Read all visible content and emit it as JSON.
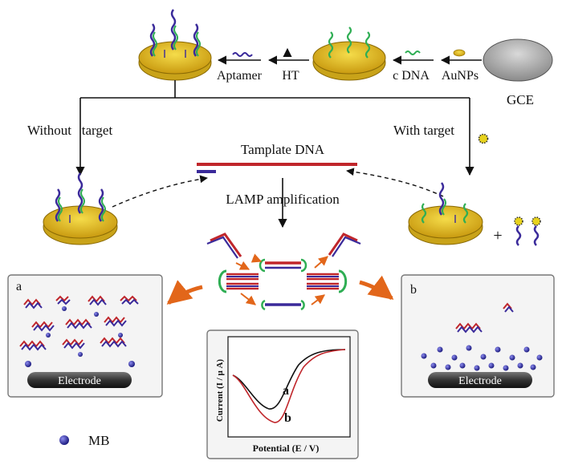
{
  "labels": {
    "gce": "GCE",
    "aunps": "AuNPs",
    "cdna": "c DNA",
    "ht": "HT",
    "aptamer": "Aptamer",
    "without_target": "Without   target",
    "with_target": "With target",
    "template_dna": "Tamplate DNA",
    "lamp": "LAMP amplification",
    "panel_a": "a",
    "panel_b": "b",
    "electrode": "Electrode",
    "curve_a": "a",
    "curve_b": "b",
    "y_axis": "Current (I / μ A)",
    "x_axis": "Potential (E / V)",
    "plus": "+",
    "mb": "MB"
  },
  "colors": {
    "gold": "#e7c21c",
    "gold_dark": "#9a7a06",
    "aptamer": "#3a2a9a",
    "cdna": "#2fae54",
    "template": "#c0262b",
    "mb": "#2b2aa8",
    "electrode": "#444444",
    "panel_fill": "#f3f3f3",
    "curve_a": "#111111",
    "curve_b": "#c0262b"
  }
}
